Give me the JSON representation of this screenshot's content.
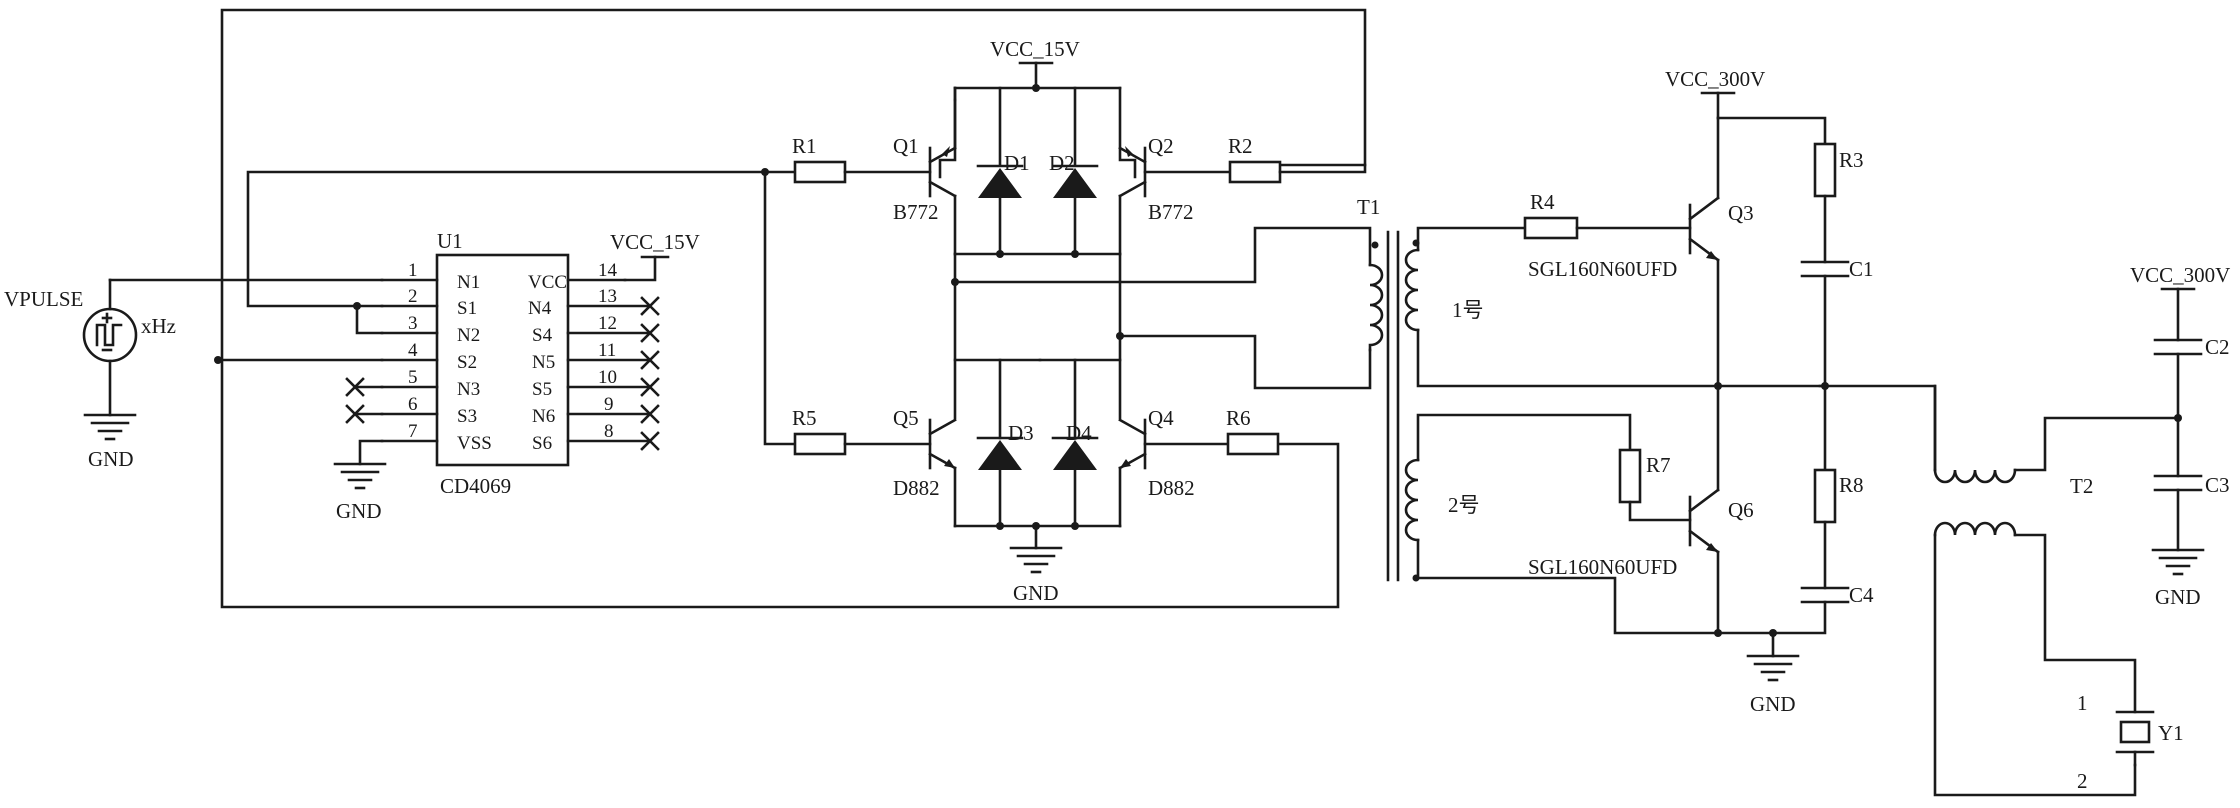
{
  "labels": {
    "vcc15_top": "VCC_15V",
    "vcc15_ic": "VCC_15V",
    "vcc300_a": "VCC_300V",
    "vcc300_b": "VCC_300V",
    "vpulse": "VPULSE",
    "freq": "xHz",
    "gnd_src": "GND",
    "gnd_ic": "GND",
    "gnd_bridge": "GND",
    "gnd_right": "GND",
    "gnd_c3": "GND",
    "u1": "U1",
    "cd4069": "CD4069",
    "r1": "R1",
    "r2": "R2",
    "r3": "R3",
    "r4": "R4",
    "r5": "R5",
    "r6": "R6",
    "r7": "R7",
    "r8": "R8",
    "q1": "Q1",
    "q2": "Q2",
    "q3": "Q3",
    "q4": "Q4",
    "q5": "Q5",
    "q6": "Q6",
    "d1": "D1",
    "d2": "D2",
    "d3": "D3",
    "d4": "D4",
    "b772_a": "B772",
    "b772_b": "B772",
    "d882_a": "D882",
    "d882_b": "D882",
    "t1": "T1",
    "t2": "T2",
    "c1": "C1",
    "c2": "C2",
    "c3": "C3",
    "c4": "C4",
    "sgl_a": "SGL160N60UFD",
    "sgl_b": "SGL160N60UFD",
    "no1": "1号",
    "no2": "2号",
    "y1": "Y1",
    "y1_pin1": "1",
    "y1_pin2": "2"
  },
  "ic_pins": {
    "left": [
      {
        "num": "1",
        "name": "N1"
      },
      {
        "num": "2",
        "name": "S1"
      },
      {
        "num": "3",
        "name": "N2"
      },
      {
        "num": "4",
        "name": "S2"
      },
      {
        "num": "5",
        "name": "N3"
      },
      {
        "num": "6",
        "name": "S3"
      },
      {
        "num": "7",
        "name": "VSS"
      }
    ],
    "right": [
      {
        "num": "14",
        "name": "VCC"
      },
      {
        "num": "13",
        "name": "N4"
      },
      {
        "num": "12",
        "name": "S4"
      },
      {
        "num": "11",
        "name": "N5"
      },
      {
        "num": "10",
        "name": "S5"
      },
      {
        "num": "9",
        "name": "N6"
      },
      {
        "num": "8",
        "name": "S6"
      }
    ]
  }
}
